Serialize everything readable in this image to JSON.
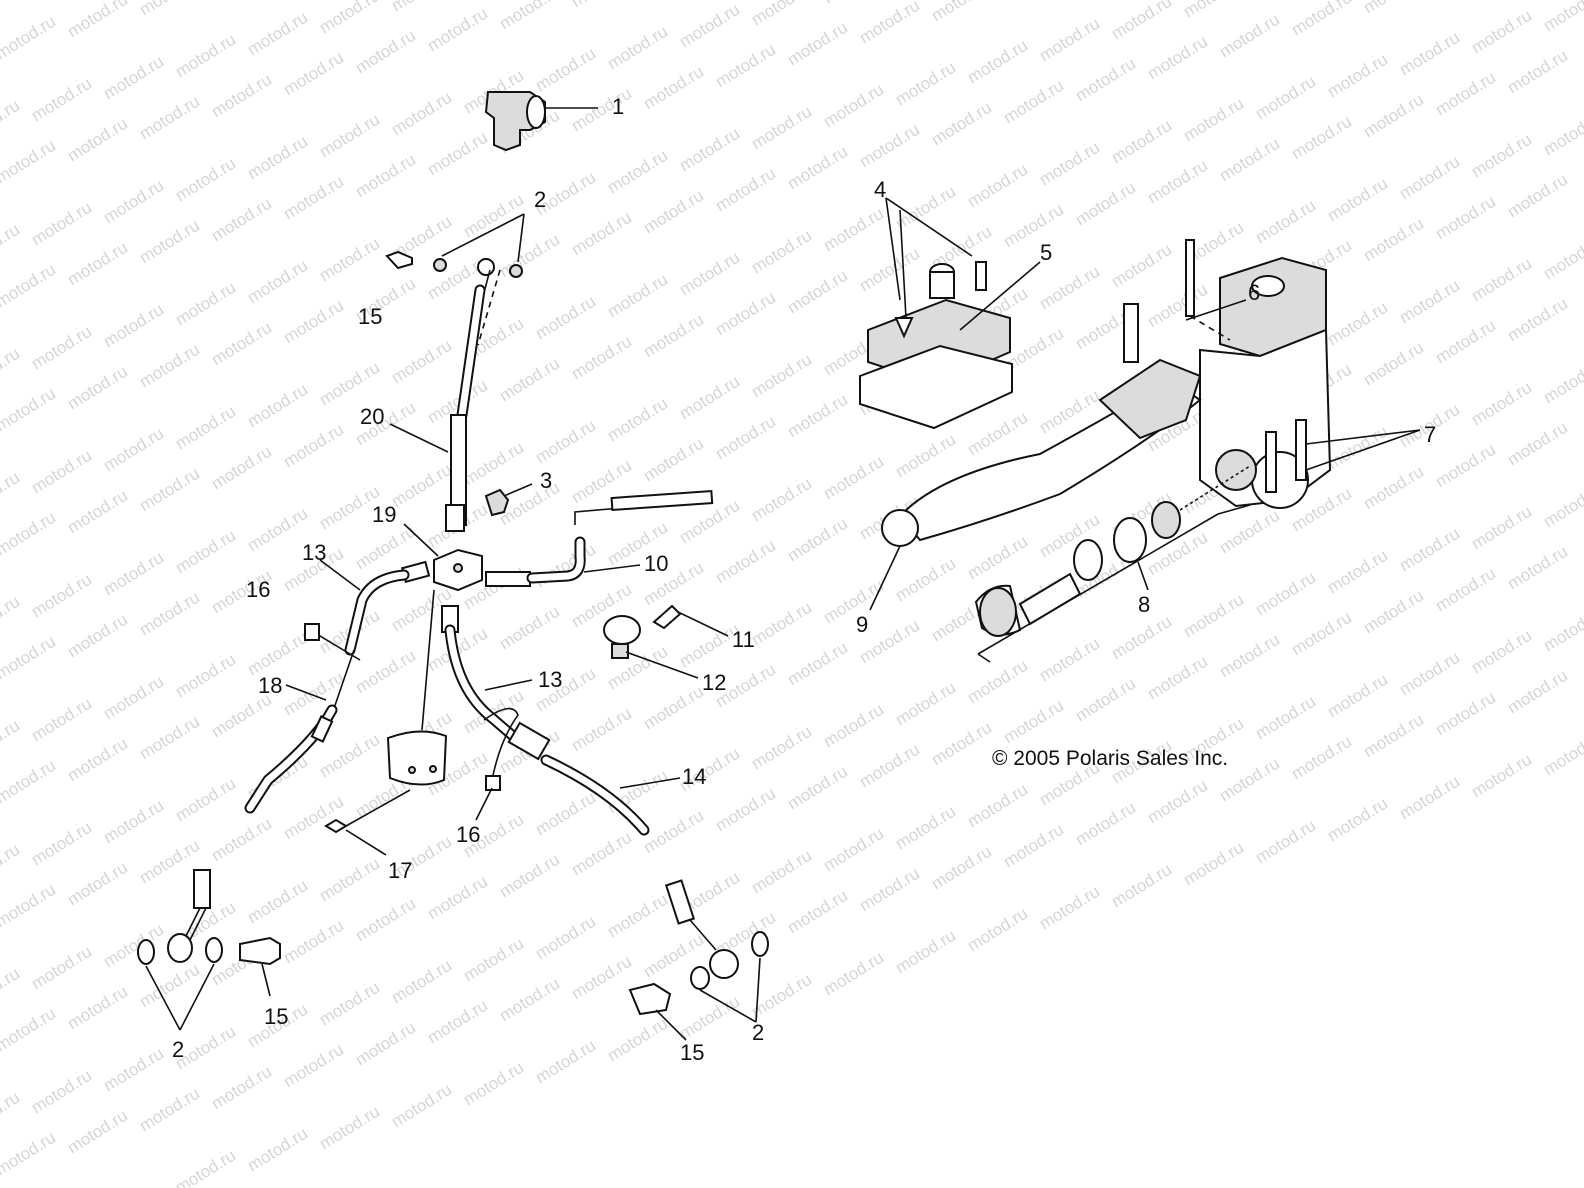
{
  "watermark": "motod.ru",
  "copyright": "© 2005 Polaris Sales Inc.",
  "callouts": {
    "c1": "1",
    "c2a": "2",
    "c2b": "2",
    "c2c": "2",
    "c3": "3",
    "c4": "4",
    "c5": "5",
    "c6": "6",
    "c7": "7",
    "c8": "8",
    "c9": "9",
    "c10": "10",
    "c11": "11",
    "c12": "12",
    "c13a": "13",
    "c13b": "13",
    "c14": "14",
    "c15a": "15",
    "c15b": "15",
    "c15c": "15",
    "c16a": "16",
    "c16b": "16",
    "c17": "17",
    "c18": "18",
    "c19": "19",
    "c20": "20"
  }
}
